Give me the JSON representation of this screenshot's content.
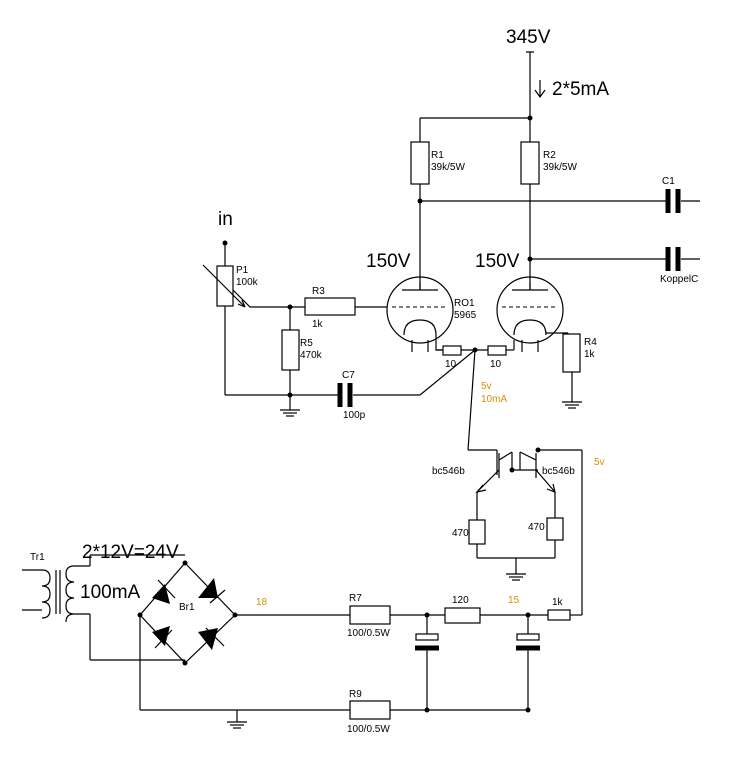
{
  "supply": {
    "voltage": "345V",
    "current": "2*5mA"
  },
  "input_label": "in",
  "plate_voltages": {
    "left": "150V",
    "right": "150V"
  },
  "components": {
    "R1": {
      "name": "R1",
      "value": "39k/5W"
    },
    "R2": {
      "name": "R2",
      "value": "39k/5W"
    },
    "C1": {
      "name": "C1"
    },
    "koppel": {
      "value": "KoppelC"
    },
    "P1": {
      "name": "P1",
      "value": "100k"
    },
    "R3": {
      "name": "R3",
      "value": "1k"
    },
    "R5": {
      "name": "R5",
      "value": "470k"
    },
    "C7": {
      "name": "C7",
      "value": "100p"
    },
    "tube": {
      "name": "RO1",
      "value": "5965"
    },
    "R4": {
      "name": "R4",
      "value": "1k"
    },
    "heater_left": {
      "value": "10"
    },
    "heater_right": {
      "value": "10"
    },
    "Q1": {
      "value": "bc546b"
    },
    "Q2": {
      "value": "bc546b"
    },
    "RE_left": {
      "value": "470"
    },
    "RE_right": {
      "value": "470"
    },
    "Tr1": {
      "name": "Tr1"
    },
    "Br1": {
      "name": "Br1"
    },
    "R7": {
      "name": "R7",
      "value": "100/0.5W"
    },
    "R120": {
      "value": "120"
    },
    "R1k": {
      "value": "1k"
    },
    "R9": {
      "name": "R9",
      "value": "100/0.5W"
    }
  },
  "annotations": {
    "heater_voltage": "5v",
    "heater_current": "10mA",
    "reg_voltage": "5v",
    "node_18": "18",
    "node_15": "15",
    "transformer_voltage": "2*12V=24V",
    "transformer_current": "100mA"
  },
  "colors": {
    "wire": "#000000",
    "note": "#d98c00",
    "background": "#ffffff"
  }
}
